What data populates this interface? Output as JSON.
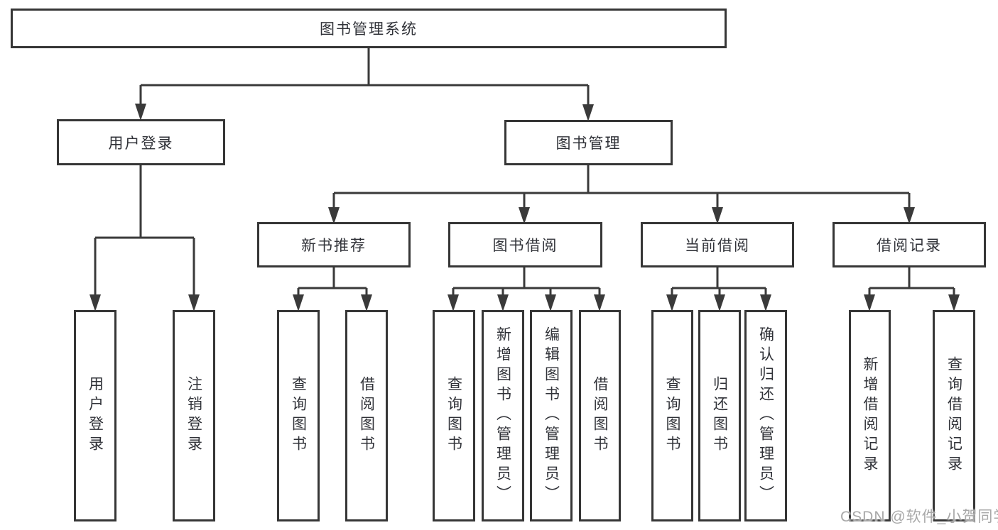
{
  "colors": {
    "line": "#3a3a3a",
    "box_border": "#363636",
    "box_fill": "#ffffff",
    "text": "#303238",
    "watermark": "#a8a8a8",
    "background": "#ffffff"
  },
  "diagram": {
    "root": {
      "label": "图书管理系统"
    },
    "branches": [
      {
        "label": "用户登录",
        "children": [
          {
            "label": "用户登录"
          },
          {
            "label": "注销登录"
          }
        ]
      },
      {
        "label": "图书管理",
        "children": [
          {
            "label": "新书推荐",
            "children": [
              {
                "label": "查询图书"
              },
              {
                "label": "借阅图书"
              }
            ]
          },
          {
            "label": "图书借阅",
            "children": [
              {
                "label": "查询图书"
              },
              {
                "label": "新增图书（管理员）"
              },
              {
                "label": "编辑图书（管理员）"
              },
              {
                "label": "借阅图书"
              }
            ]
          },
          {
            "label": "当前借阅",
            "children": [
              {
                "label": "查询图书"
              },
              {
                "label": "归还图书"
              },
              {
                "label": "确认归还（管理员）"
              }
            ]
          },
          {
            "label": "借阅记录",
            "children": [
              {
                "label": "新增借阅记录"
              },
              {
                "label": "查询借阅记录"
              }
            ]
          }
        ]
      }
    ]
  },
  "watermark": {
    "text": "CSDN @软件_小贺同学"
  }
}
